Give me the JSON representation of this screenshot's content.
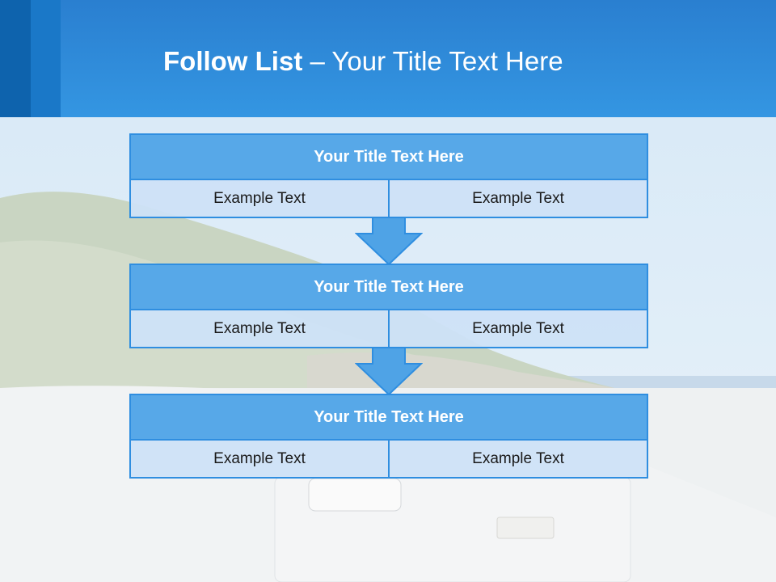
{
  "header": {
    "title_bold": "Follow List",
    "title_rest": " – Your Title Text Here"
  },
  "steps": [
    {
      "title": "Your Title Text Here",
      "left": "Example Text",
      "right": "Example Text"
    },
    {
      "title": "Your Title Text Here",
      "left": "Example Text",
      "right": "Example Text"
    },
    {
      "title": "Your Title Text Here",
      "left": "Example Text",
      "right": "Example Text"
    }
  ],
  "colors": {
    "header": "#3496e2",
    "block_title": "#57a8e8",
    "block_cell": "#cde1f7",
    "border": "#2f8ee0",
    "arrow": "#4fa3e6"
  }
}
